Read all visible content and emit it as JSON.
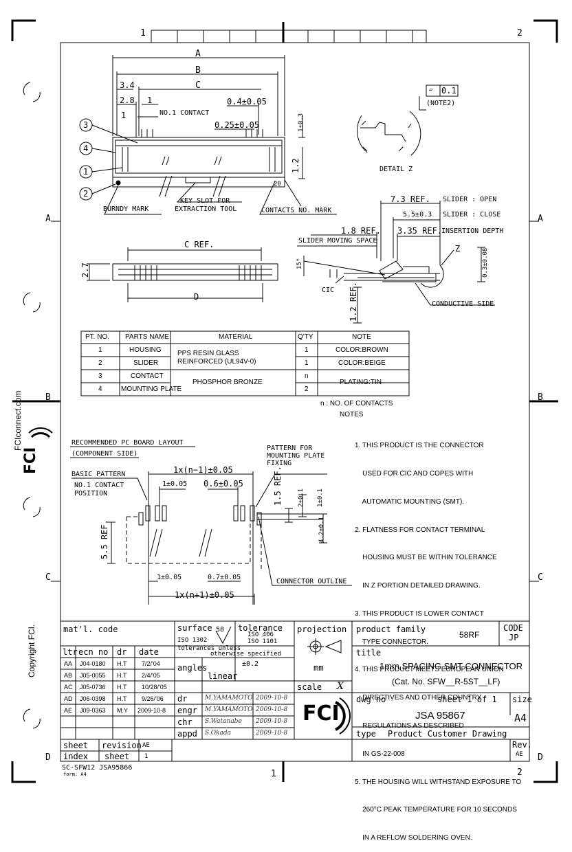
{
  "frame": {
    "zones_top": [
      "1",
      "2"
    ],
    "zones_bottom": [
      "1",
      "2"
    ],
    "zones_side": [
      "A",
      "B",
      "C",
      "D"
    ]
  },
  "side": {
    "website": "FCIconnect.com",
    "copyright": "Copyright FCI."
  },
  "dims_top": {
    "A": "A",
    "B": "B",
    "C": "C",
    "d34": "3.4",
    "d28": "2.8",
    "d1": "1",
    "no1": "NO.1 CONTACT",
    "p04": "0.4±0.05",
    "p025": "0.25±0.05",
    "t03": "1±0.3",
    "t12": "1.2",
    "callouts": [
      "1",
      "2",
      "3",
      "4"
    ],
    "n20": "20",
    "burndy": "BURNDY MARK",
    "keyslot1": "KEY SLOT FOR",
    "keyslot2": "EXTRACTION TOOL",
    "contacts_mark": "CONTACTS NO. MARK"
  },
  "detail": {
    "flat": "0.1",
    "note2": "(NOTE2)",
    "title": "DETAIL Z"
  },
  "side_view": {
    "ref73": "7.3 REF.",
    "slider_open": "SLIDER : OPEN",
    "d55": "5.5±0.3",
    "slider_close": "SLIDER : CLOSE",
    "ref18": "1.8 REF.",
    "d335": "3.35 REF.",
    "insertion": "INSERTION DEPTH",
    "moving": "SLIDER MOVING SPACE",
    "angle": "15°",
    "z": "Z",
    "d03": "0.3±0.08",
    "cic": "CIC",
    "ref12": "1.2 REF.",
    "conductive": "CONDUCTIVE SIDE"
  },
  "front_view": {
    "cref": "C REF.",
    "h27": "2.7",
    "D": "D"
  },
  "parts_table": {
    "headers": [
      "PT. NO.",
      "PARTS NAME",
      "MATERIAL",
      "Q'TY",
      "NOTE"
    ],
    "rows": [
      {
        "pt": "1",
        "name": "HOUSING",
        "qty": "1",
        "note": "COLOR:BROWN"
      },
      {
        "pt": "2",
        "name": "SLIDER",
        "qty": "1",
        "note": "COLOR:BEIGE"
      },
      {
        "pt": "3",
        "name": "CONTACT",
        "qty": "n",
        "note": "PLATING:TIN"
      },
      {
        "pt": "4",
        "name": "MOUNTING PLATE",
        "qty": "2",
        "note": ""
      }
    ],
    "material_a1": "PPS RESIN GLASS",
    "material_a2": "REINFORCED (UL94V-0)",
    "material_b": "PHOSPHOR BRONZE",
    "footnote": "n : NO. OF CONTACTS"
  },
  "notes": {
    "title": "NOTES",
    "lines": [
      "1. THIS PRODUCT IS THE CONNECTOR",
      "    USED FOR CIC AND COPES WITH",
      "    AUTOMATIC MOUNTING (SMT).",
      "2. FLATNESS FOR CONTACT TERMINAL",
      "    HOUSING MUST BE WITHIN TOLERANCE",
      "    IN Z PORTION DETAILED DRAWING.",
      "3. THIS PRODUCT IS LOWER CONTACT",
      "    TYPE CONNECTOR.",
      "4. THIS PRODUCT MEETS EUROPEAN UNION",
      "    DIRECTIVES AND OTHER COUNTRY",
      "    REGULATIONS AS DESCRIBED",
      "    IN GS-22-008",
      "5. THE HOUSING WILL WITHSTAND EXPOSURE TO",
      "    260°C PEAK TEMPERATURE FOR 10 SECONDS",
      "    IN A REFLOW SOLDERING OVEN."
    ]
  },
  "pcb": {
    "title1": "RECOMMENDED PC BOARD LAYOUT",
    "title2": "(COMPONENT SIDE)",
    "basic": "BASIC  PATTERN",
    "no1a": "NO.1 CONTACT",
    "no1b": "POSITION",
    "pat1": "PATTERN FOR",
    "pat2": "MOUNTING PLATE",
    "pat3": "FIXING",
    "nm1": "1x(n−1)±0.05",
    "p1": "1±0.05",
    "p06": "0.6±0.05",
    "r15": "1.5 REF.",
    "d2": "2±0.1",
    "d1b": "1±0.1",
    "d42": "4.2±0.1",
    "r55": "5.5 REF.",
    "b1": "1±0.05",
    "b07": "0.7±0.05",
    "outline": "CONNECTOR OUTLINE",
    "np1": "1x(n+1)±0.05"
  },
  "titleblock": {
    "matl": "mat'l. code",
    "surface": "surface",
    "surface_val": "58",
    "iso1302": "ISO  1302",
    "tolerance": "tolerance",
    "iso406": "ISO  406",
    "iso1101": "ISO  1101",
    "projection": "projection",
    "product_family": "product family",
    "family_val": "58RF",
    "code": "CODE",
    "code_val": "JP",
    "rev_headers": [
      "ltr",
      "ecn  no",
      "dr",
      "date"
    ],
    "revisions": [
      {
        "ltr": "AA",
        "ecn": "J04-0180",
        "dr": "H.T",
        "date": "7/2/'04"
      },
      {
        "ltr": "AB",
        "ecn": "J05-0055",
        "dr": "H.T",
        "date": "2/4/'05"
      },
      {
        "ltr": "AC",
        "ecn": "J05-0736",
        "dr": "H.T",
        "date": "10/28/'05"
      },
      {
        "ltr": "AD",
        "ecn": "J06-0398",
        "dr": "H.T",
        "date": "9/26/'06"
      },
      {
        "ltr": "AE",
        "ecn": "J09-0363",
        "dr": "M.Y",
        "date": "2009-10-8"
      }
    ],
    "tol_note1": "tolerances  unless",
    "tol_note2": "otherwise  specified",
    "angles": "angles",
    "linear": "linear",
    "linear_val": "±0.2",
    "mm": "mm",
    "scale": "scale",
    "scale_val": "X",
    "title_label": "title",
    "title_main": "1mm SPACING SMT CONNECTOR",
    "title_sub": "(Cat. No. SFW__R-5ST__LF)",
    "signers": [
      {
        "role": "dr",
        "sig": "M.YAMAMOTO",
        "date": "2009-10-8"
      },
      {
        "role": "engr",
        "sig": "M.YAMAMOTO",
        "date": "2009-10-8"
      },
      {
        "role": "chr",
        "sig": "S.Watanabe",
        "date": "2009-10-8"
      },
      {
        "role": "appd",
        "sig": "S.Okada",
        "date": "2009-10-8"
      }
    ],
    "dwg_no": "dwg no",
    "sheet_of": "sheet  1  of  1",
    "size": "size",
    "dwg_val": "JSA  95867",
    "size_val": "A4",
    "logo": "FCI",
    "type": "type",
    "type_val": "Product  Customer  Drawing",
    "rev": "Rev.",
    "rev_val": "AE",
    "sheet": "sheet",
    "revision": "revision",
    "sheet_rev": "AE",
    "index": "index",
    "sheet2": "sheet",
    "index_val": "1"
  },
  "footer": {
    "form1": "SC-SFW12    JSA95866",
    "form2": "form: A4"
  }
}
